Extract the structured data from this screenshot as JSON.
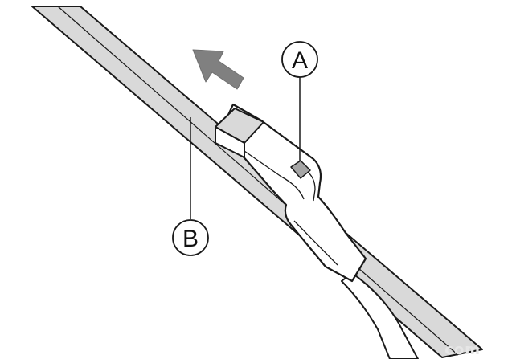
{
  "callouts": {
    "a": {
      "label": "A",
      "target": "release-tab"
    },
    "b": {
      "label": "B",
      "target": "wiper-blade"
    }
  },
  "direction_arrow": {
    "meaning": "pull-direction",
    "color": "#808080"
  },
  "watermark": {
    "text": "com"
  },
  "colors": {
    "outline": "#1a1a1a",
    "blade_fill": "#d9d9d9",
    "arm_fill": "#ffffff",
    "arrow_fill": "#808080",
    "tab_fill": "#a6a6a6"
  }
}
